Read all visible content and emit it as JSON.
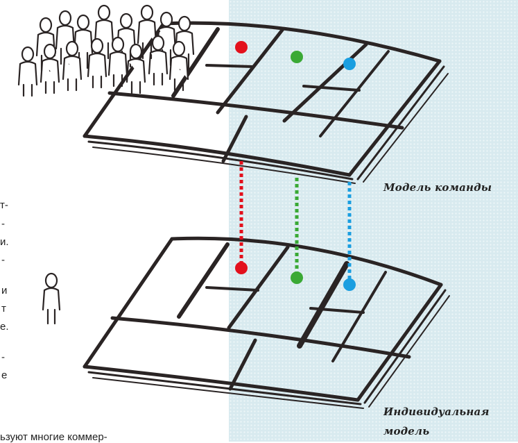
{
  "labels": {
    "team_model": "Модель команды",
    "individual_model_line1": "Индивидуальная",
    "individual_model_line2": "модель"
  },
  "left_text_fragments": [
    "т-",
    "-",
    "и.",
    "-",
    "и",
    "т",
    "е.",
    "-",
    "е"
  ],
  "bottom_text_fragment": "ьзуют многие коммер-",
  "colors": {
    "red": "#e3101c",
    "green": "#3aa935",
    "blue": "#1a9ee0",
    "panel": "#d8eaef",
    "ink": "#2a2424"
  }
}
